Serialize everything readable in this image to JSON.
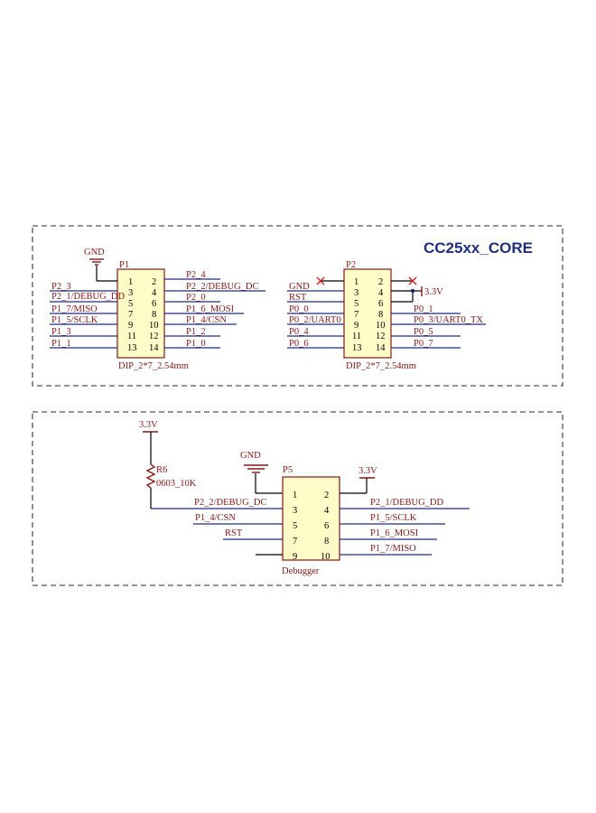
{
  "core": {
    "title": "CC25xx_CORE",
    "p1": {
      "ref": "P1",
      "footprint": "DIP_2*7_2.54mm",
      "gnd": "GND",
      "pins_left": [
        "1",
        "3",
        "5",
        "7",
        "9",
        "11",
        "13"
      ],
      "pins_right": [
        "2",
        "4",
        "6",
        "8",
        "10",
        "12",
        "14"
      ],
      "nets_left": [
        "P2_3",
        "P2_1/DEBUG_DD",
        "P1_7/MISO",
        "P1_5/SCLK",
        "P1_3",
        "P1_1"
      ],
      "nets_right": [
        "P2_4",
        "P2_2/DEBUG_DC",
        "P2_0",
        "P1_6_MOSI",
        "P1_4/CSN",
        "P1_2",
        "P1_0"
      ]
    },
    "p2": {
      "ref": "P2",
      "footprint": "DIP_2*7_2.54mm",
      "pins_left": [
        "1",
        "3",
        "5",
        "7",
        "9",
        "11",
        "13"
      ],
      "pins_right": [
        "2",
        "4",
        "6",
        "8",
        "10",
        "12",
        "14"
      ],
      "nets_left": [
        "GND",
        "RST",
        "P0_0",
        "P0_2/UART0",
        "P0_4",
        "P0_6"
      ],
      "nets_right": [
        "3.3V",
        "P0_1",
        "P0_3/UART0_TX",
        "P0_5",
        "P0_7"
      ]
    }
  },
  "debugger": {
    "ref": "P5",
    "name": "Debugger",
    "gnd": "GND",
    "vcc_top": "3.3V",
    "vcc_pin": "3.3V",
    "resistor_ref": "R6",
    "resistor_value": "0603_10K",
    "pins_left": [
      "1",
      "3",
      "5",
      "7",
      "9"
    ],
    "pins_right": [
      "2",
      "4",
      "6",
      "8",
      "10"
    ],
    "nets_left": [
      "P2_2/DEBUG_DC",
      "P1_4/CSN",
      "RST"
    ],
    "nets_right": [
      "P2_1/DEBUG_DD",
      "P1_5/SCLK",
      "P1_6_MOSI",
      "P1_7/MISO"
    ]
  }
}
